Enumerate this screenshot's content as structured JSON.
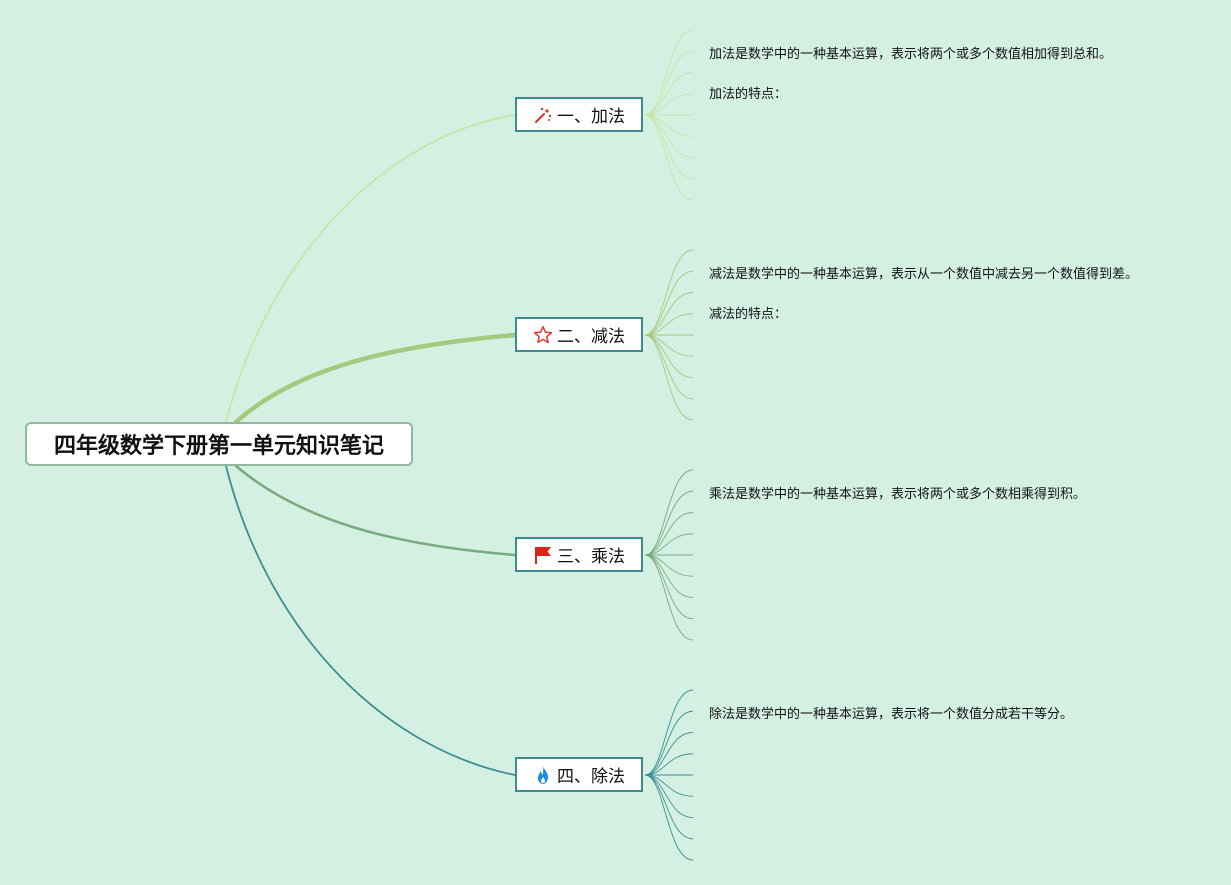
{
  "root": {
    "title": "四年级数学下册第一单元知识笔记"
  },
  "branches": [
    {
      "label": "一、加法",
      "icon": "magic-wand-icon",
      "color": "#c5e8a4",
      "leaves": [
        "加法是数学中的一种基本运算，表示将两个或多个数值相加得到总和。",
        "加法的特点："
      ]
    },
    {
      "label": "二、减法",
      "icon": "star-icon",
      "color": "#a5c97c",
      "leaves": [
        "减法是数学中的一种基本运算，表示从一个数值中减去另一个数值得到差。",
        "减法的特点："
      ]
    },
    {
      "label": "三、乘法",
      "icon": "flag-icon",
      "color": "#79ab7f",
      "leaves": [
        "乘法是数学中的一种基本运算，表示将两个或多个数相乘得到积。"
      ]
    },
    {
      "label": "四、除法",
      "icon": "fire-icon",
      "color": "#3b8f8f",
      "leaves": [
        "除法是数学中的一种基本运算，表示将一个数值分成若干等分。"
      ]
    }
  ],
  "colors": {
    "background": "#d4f0e3",
    "node_border": "#3e8b8f",
    "root_border": "#8fb99a"
  }
}
